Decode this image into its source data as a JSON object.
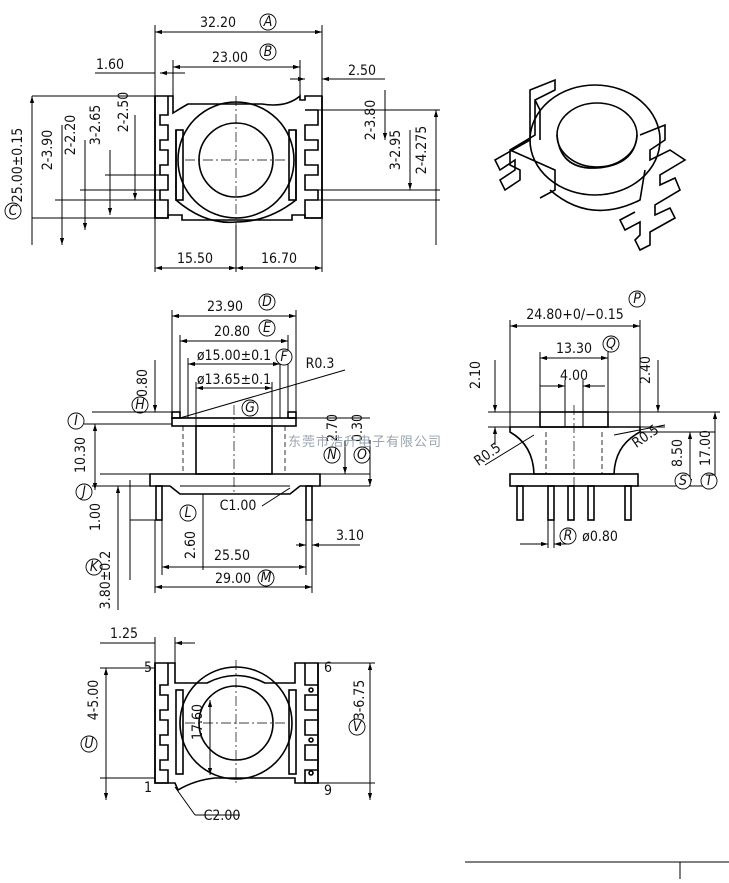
{
  "drawing": {
    "watermark": "东莞市浩升电子有限公司",
    "top_view": {
      "dim_overall_width": "32.20",
      "dim_overall_width_ref": "A",
      "dim_inner_width": "23.00",
      "dim_inner_width_ref": "B",
      "dim_left_tab": "1.60",
      "dim_right_tab": "2.50",
      "dim_height": "25.00±0.15",
      "dim_height_ref": "C",
      "dim_v1": "2-3.90",
      "dim_v2": "2-2.20",
      "dim_v3": "3-2.65",
      "dim_v4": "2-2.50",
      "dim_r1": "2-3.80",
      "dim_r2": "3-2.95",
      "dim_r3": "2-4.275",
      "dim_left_half": "15.50",
      "dim_right_half": "16.70"
    },
    "front_view": {
      "dim_d": "23.90",
      "dim_d_ref": "D",
      "dim_e": "20.80",
      "dim_e_ref": "E",
      "dim_f": "ø15.00±0.1",
      "dim_f_ref": "F",
      "dim_g": "ø13.65±0.1",
      "dim_g_ref": "G",
      "dim_radius": "R0.3",
      "dim_h": "0.80",
      "dim_h_ref": "H",
      "ref_i": "I",
      "dim_total_h": "10.30",
      "dim_n": "2.70",
      "dim_n_ref": "N",
      "dim_o": "0.30",
      "dim_o_ref": "O",
      "ref_j": "J",
      "dim_c": "C1.00",
      "ref_l": "L",
      "dim_pin": "1.00",
      "dim_k": "3.80±0.2",
      "ref_k": "K",
      "dim_260": "2.60",
      "dim_2550": "25.50",
      "dim_310": "3.10",
      "dim_m": "29.00",
      "dim_m_ref": "M"
    },
    "side_view": {
      "dim_p": "24.80+0/−0.15",
      "dim_p_ref": "P",
      "dim_q": "13.30",
      "dim_q_ref": "Q",
      "dim_400": "4.00",
      "dim_210": "2.10",
      "dim_240": "2.40",
      "dim_r_left": "R0.5",
      "dim_r_right": "R0.5",
      "dim_s": "8.50",
      "dim_s_ref": "S",
      "dim_t": "17.00",
      "dim_t_ref": "T",
      "dim_pin_d": "ø0.80",
      "dim_pin_ref": "R"
    },
    "bottom_view": {
      "dim_125": "1.25",
      "dim_u": "4-5.00",
      "dim_u_ref": "U",
      "dim_1760": "17.60",
      "dim_v": "3-6.75",
      "dim_v_ref": "V",
      "dim_c2": "C2.00",
      "pin_5": "5",
      "pin_6": "6",
      "pin_1": "1",
      "pin_9": "9"
    }
  }
}
